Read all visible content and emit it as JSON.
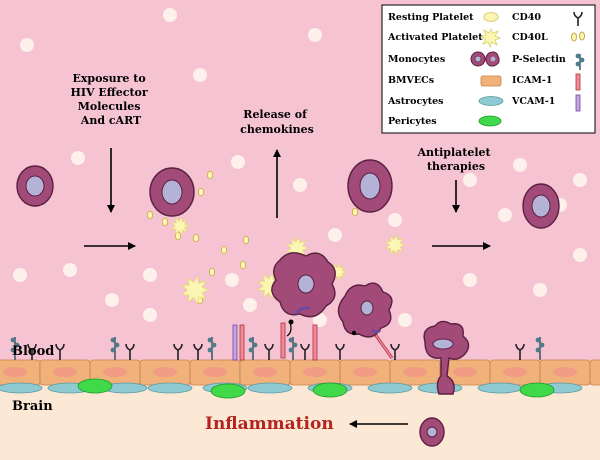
{
  "colors": {
    "blood_bg": "#f6c3d2",
    "brain_bg": "#fbe9d6",
    "monocyte": "#a24a78",
    "monocyte_nucleus": "#b4b2d6",
    "bmvec": "#f0b27a",
    "bmvec_inner": "#f28c8c",
    "astrocyte": "#8fcad2",
    "pericyte": "#3fd94a",
    "platelet": "#fbf6b4",
    "inflammation_text": "#b3241f"
  },
  "labels": {
    "exposure": [
      "Exposure to",
      "HIV Effector",
      "Molecules",
      "And cART"
    ],
    "chemokines": [
      "Release of",
      "chemokines"
    ],
    "antiplatelet": [
      "Antiplatelet",
      "therapies"
    ],
    "blood": "Blood",
    "brain": "Brain",
    "inflammation": "Inflammation"
  },
  "legend": {
    "resting_platelet": "Resting Platelet",
    "activated_platelet": "Activated Platelet",
    "monocytes": "Monocytes",
    "bmvecs": "BMVECs",
    "astrocytes": "Astrocytes",
    "pericytes": "Pericytes",
    "cd40": "CD40",
    "cd40l": "CD40L",
    "p_selectin": "P-Selectin",
    "icam1": "ICAM-1",
    "vcam1": "VCAM-1"
  },
  "icons": [
    "resting-platelet-icon",
    "activated-platelet-icon",
    "monocyte-icon",
    "bmvec-icon",
    "astrocyte-icon",
    "pericyte-icon",
    "cd40-icon",
    "cd40l-icon",
    "p-selectin-icon",
    "icam1-icon",
    "vcam1-icon"
  ]
}
